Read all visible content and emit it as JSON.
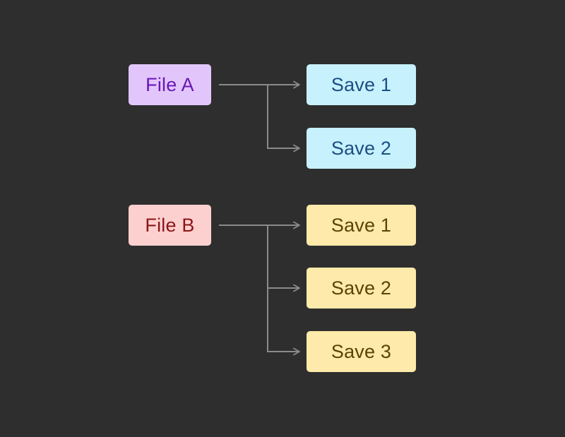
{
  "background": "#2e2e2e",
  "connector_color": "#8a8a8a",
  "groups": [
    {
      "file": {
        "label": "File A",
        "fill": "#e2c6fb",
        "text_color": "#6a17b5"
      },
      "saves": [
        {
          "label": "Save 1",
          "fill": "#c7f1fd",
          "text_color": "#1d4e83"
        },
        {
          "label": "Save 2",
          "fill": "#c7f1fd",
          "text_color": "#1d4e83"
        }
      ]
    },
    {
      "file": {
        "label": "File B",
        "fill": "#fdd0d0",
        "text_color": "#8a1616"
      },
      "saves": [
        {
          "label": "Save 1",
          "fill": "#feeaaa",
          "text_color": "#5b4307"
        },
        {
          "label": "Save 2",
          "fill": "#feeaaa",
          "text_color": "#5b4307"
        },
        {
          "label": "Save 3",
          "fill": "#feeaaa",
          "text_color": "#5b4307"
        }
      ]
    }
  ]
}
